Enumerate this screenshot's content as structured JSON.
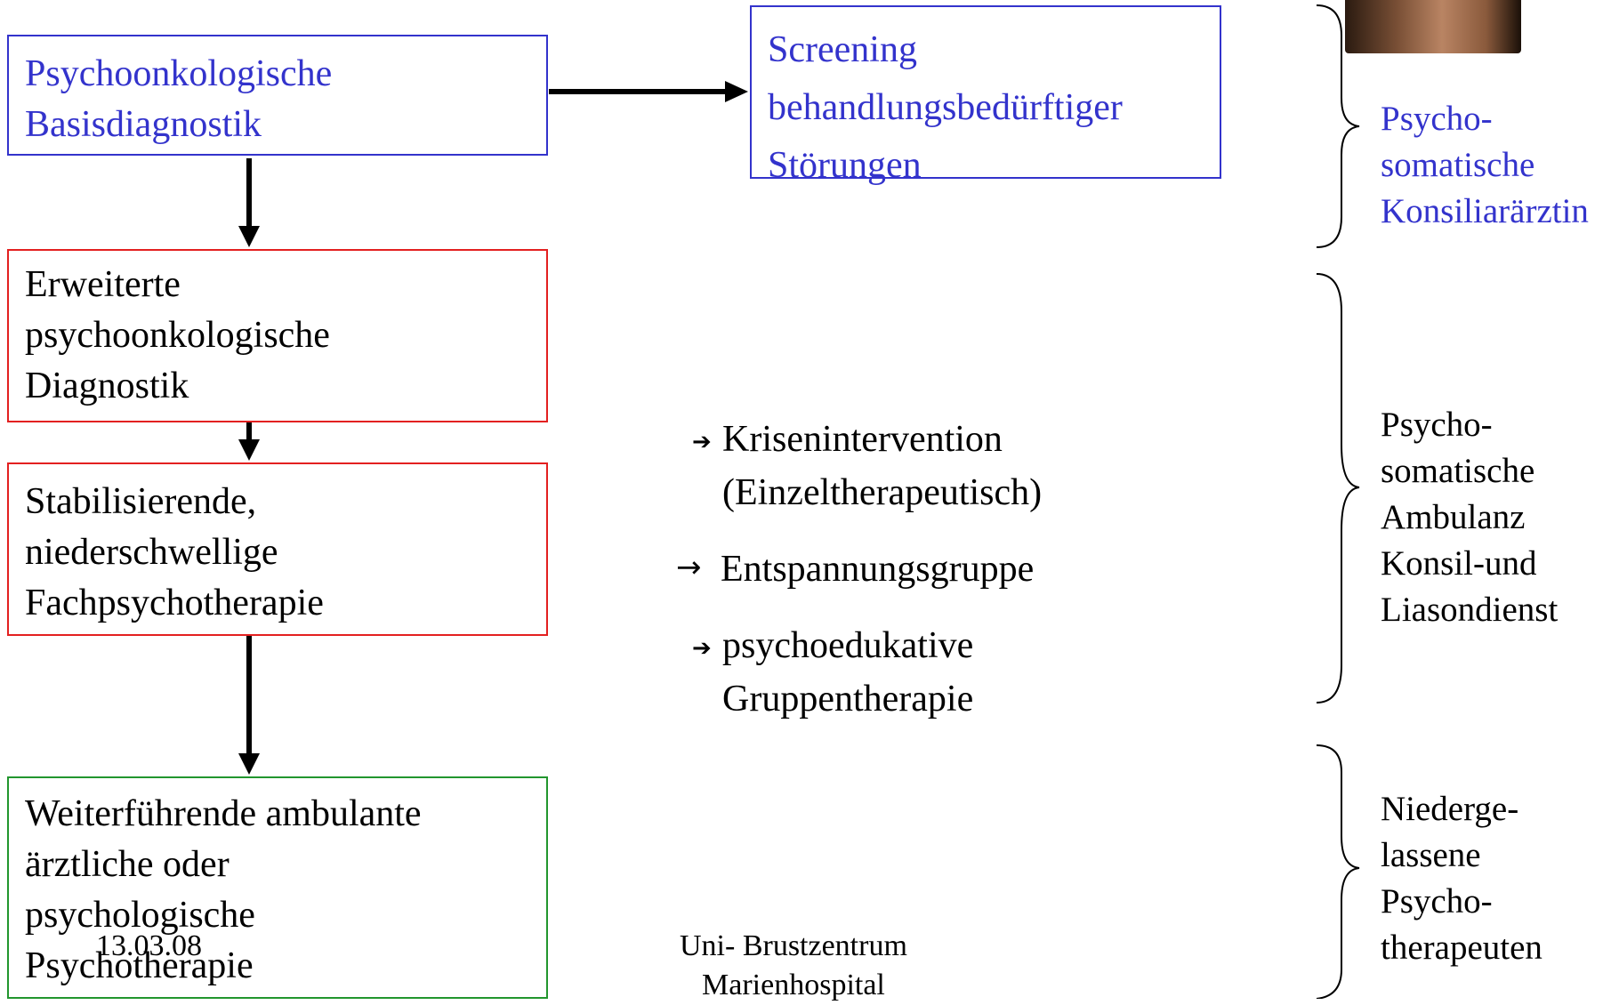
{
  "boxes": {
    "basis": [
      "Psychoonkologische",
      "Basisdiagnostik"
    ],
    "screening": [
      "Screening",
      "behandlungsbedürftiger",
      "Störungen"
    ],
    "erweiterte": [
      "Erweiterte",
      "psychoonkologische",
      "Diagnostik"
    ],
    "stabil": [
      "Stabilisierende,",
      "niederschwellige",
      "Fachpsychotherapie"
    ],
    "weiter": [
      "Weiterführende ambulante",
      "ärztliche oder",
      "psychologische",
      "Psychotherapie"
    ]
  },
  "list": {
    "item1": [
      "Krisenintervention",
      "(Einzeltherapeutisch)"
    ],
    "item2": "Entspannungsgruppe",
    "item3": [
      "psychoedukative",
      "Gruppentherapie"
    ]
  },
  "side_labels": {
    "konsiliar": [
      "Psycho-",
      "somatische",
      "Konsiliarärztin"
    ],
    "ambulanz": [
      "Psycho-",
      "somatische",
      "Ambulanz",
      "Konsil-und",
      "Liasondienst"
    ],
    "nieder": [
      "Nieder­ge-",
      "lassene",
      "Psycho-",
      "therapeuten"
    ]
  },
  "footer": {
    "date": "13.03.08",
    "center": [
      "Uni- Brustzentrum",
      "Marienhospital"
    ]
  },
  "colors": {
    "blue": "#3333cc",
    "red": "#e32020",
    "green": "#22962e"
  },
  "icons": {
    "arrow_bullet": "➔",
    "arrow_bullet_plain": "→"
  }
}
